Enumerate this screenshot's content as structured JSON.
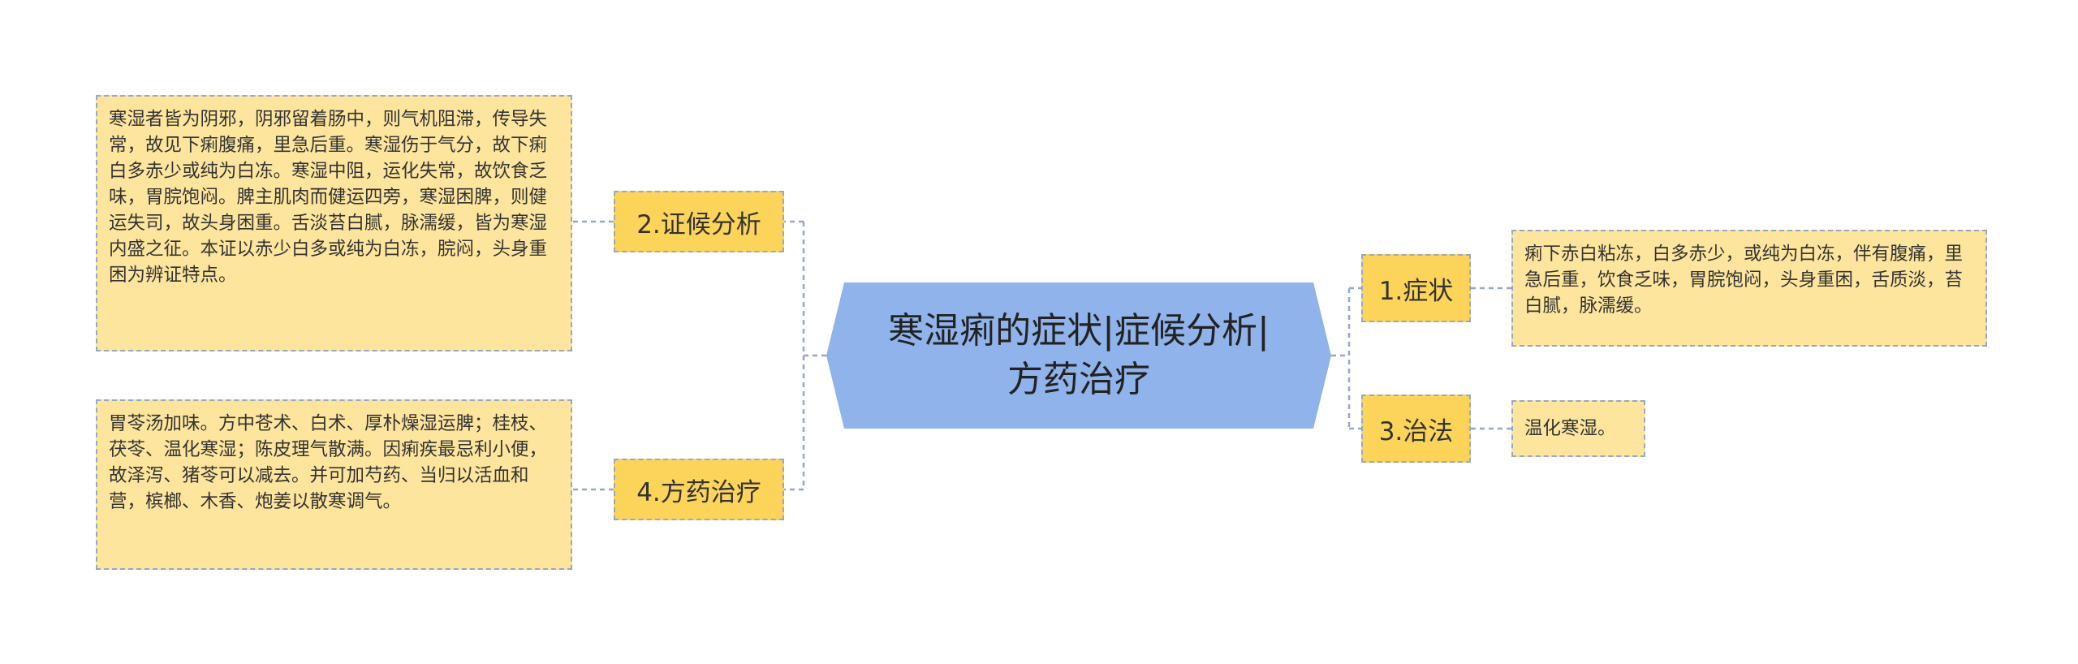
{
  "root": {
    "title": "寒湿痢的症状|症候分析|方药治疗"
  },
  "branches": {
    "b1": {
      "label": "1.症状",
      "detail": "痢下赤白粘冻，白多赤少，或纯为白冻，伴有腹痛，里急后重，饮食乏味，胃脘饱闷，头身重困，舌质淡，苔白腻，脉濡缓。"
    },
    "b2": {
      "label": "2.证候分析",
      "detail": "寒湿者皆为阴邪，阴邪留着肠中，则气机阻滞，传导失常，故见下痢腹痛，里急后重。寒湿伤于气分，故下痢白多赤少或纯为白冻。寒湿中阻，运化失常，故饮食乏味，胃脘饱闷。脾主肌肉而健运四旁，寒湿困脾，则健运失司，故头身困重。舌淡苔白腻，脉濡缓，皆为寒湿内盛之征。本证以赤少白多或纯为白冻，脘闷，头身重困为辨证特点。"
    },
    "b3": {
      "label": "3.治法",
      "detail": "温化寒湿。"
    },
    "b4": {
      "label": "4.方药治疗",
      "detail": "胃苓汤加味。方中苍术、白术、厚朴燥湿运脾；桂枝、茯苓、温化寒湿；陈皮理气散满。因痢疾最忌利小便，故泽泻、猪苓可以减去。并可加芍药、当归以活血和营，槟榔、木香、炮姜以散寒调气。"
    }
  },
  "colors": {
    "root": "#8fb3ea",
    "branch": "#fdd45a",
    "leaf": "#fee59d",
    "connector": "#94a8c7"
  }
}
